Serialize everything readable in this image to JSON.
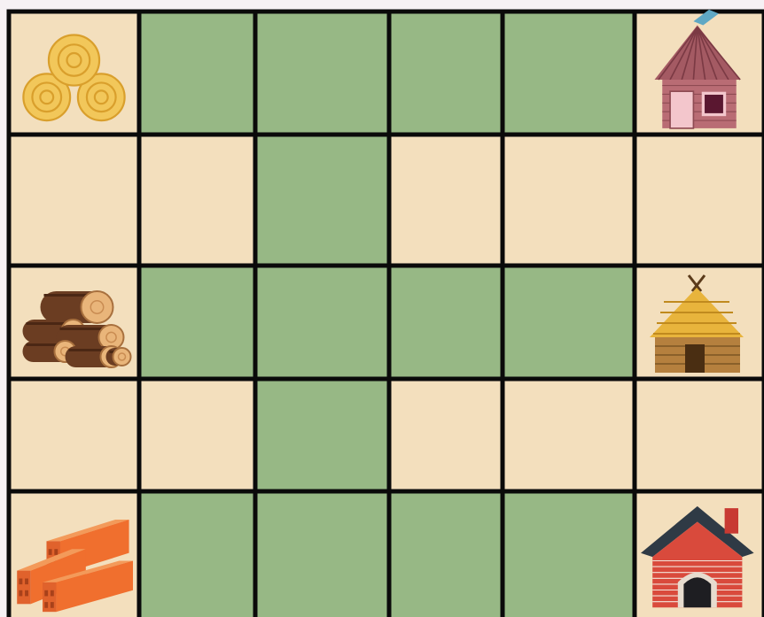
{
  "board": {
    "rows": 5,
    "cols": 6,
    "colors": {
      "path": "#f3dfbd",
      "grass": "#97b885",
      "grid_line": "#0a0a0a",
      "background": "#f6f1f4"
    },
    "cells": [
      [
        "path",
        "grass",
        "grass",
        "grass",
        "grass",
        "path"
      ],
      [
        "path",
        "path",
        "grass",
        "path",
        "path",
        "path"
      ],
      [
        "path",
        "grass",
        "grass",
        "grass",
        "grass",
        "path"
      ],
      [
        "path",
        "path",
        "grass",
        "path",
        "path",
        "path"
      ],
      [
        "path",
        "grass",
        "grass",
        "grass",
        "grass",
        "path"
      ]
    ]
  },
  "items": [
    {
      "row": 0,
      "col": 0,
      "icon": "hay-bales-icon"
    },
    {
      "row": 2,
      "col": 0,
      "icon": "wood-logs-icon"
    },
    {
      "row": 4,
      "col": 0,
      "icon": "bricks-icon"
    },
    {
      "row": 0,
      "col": 5,
      "icon": "wooden-house-icon"
    },
    {
      "row": 2,
      "col": 5,
      "icon": "straw-hut-icon"
    },
    {
      "row": 4,
      "col": 5,
      "icon": "brick-house-icon"
    }
  ]
}
